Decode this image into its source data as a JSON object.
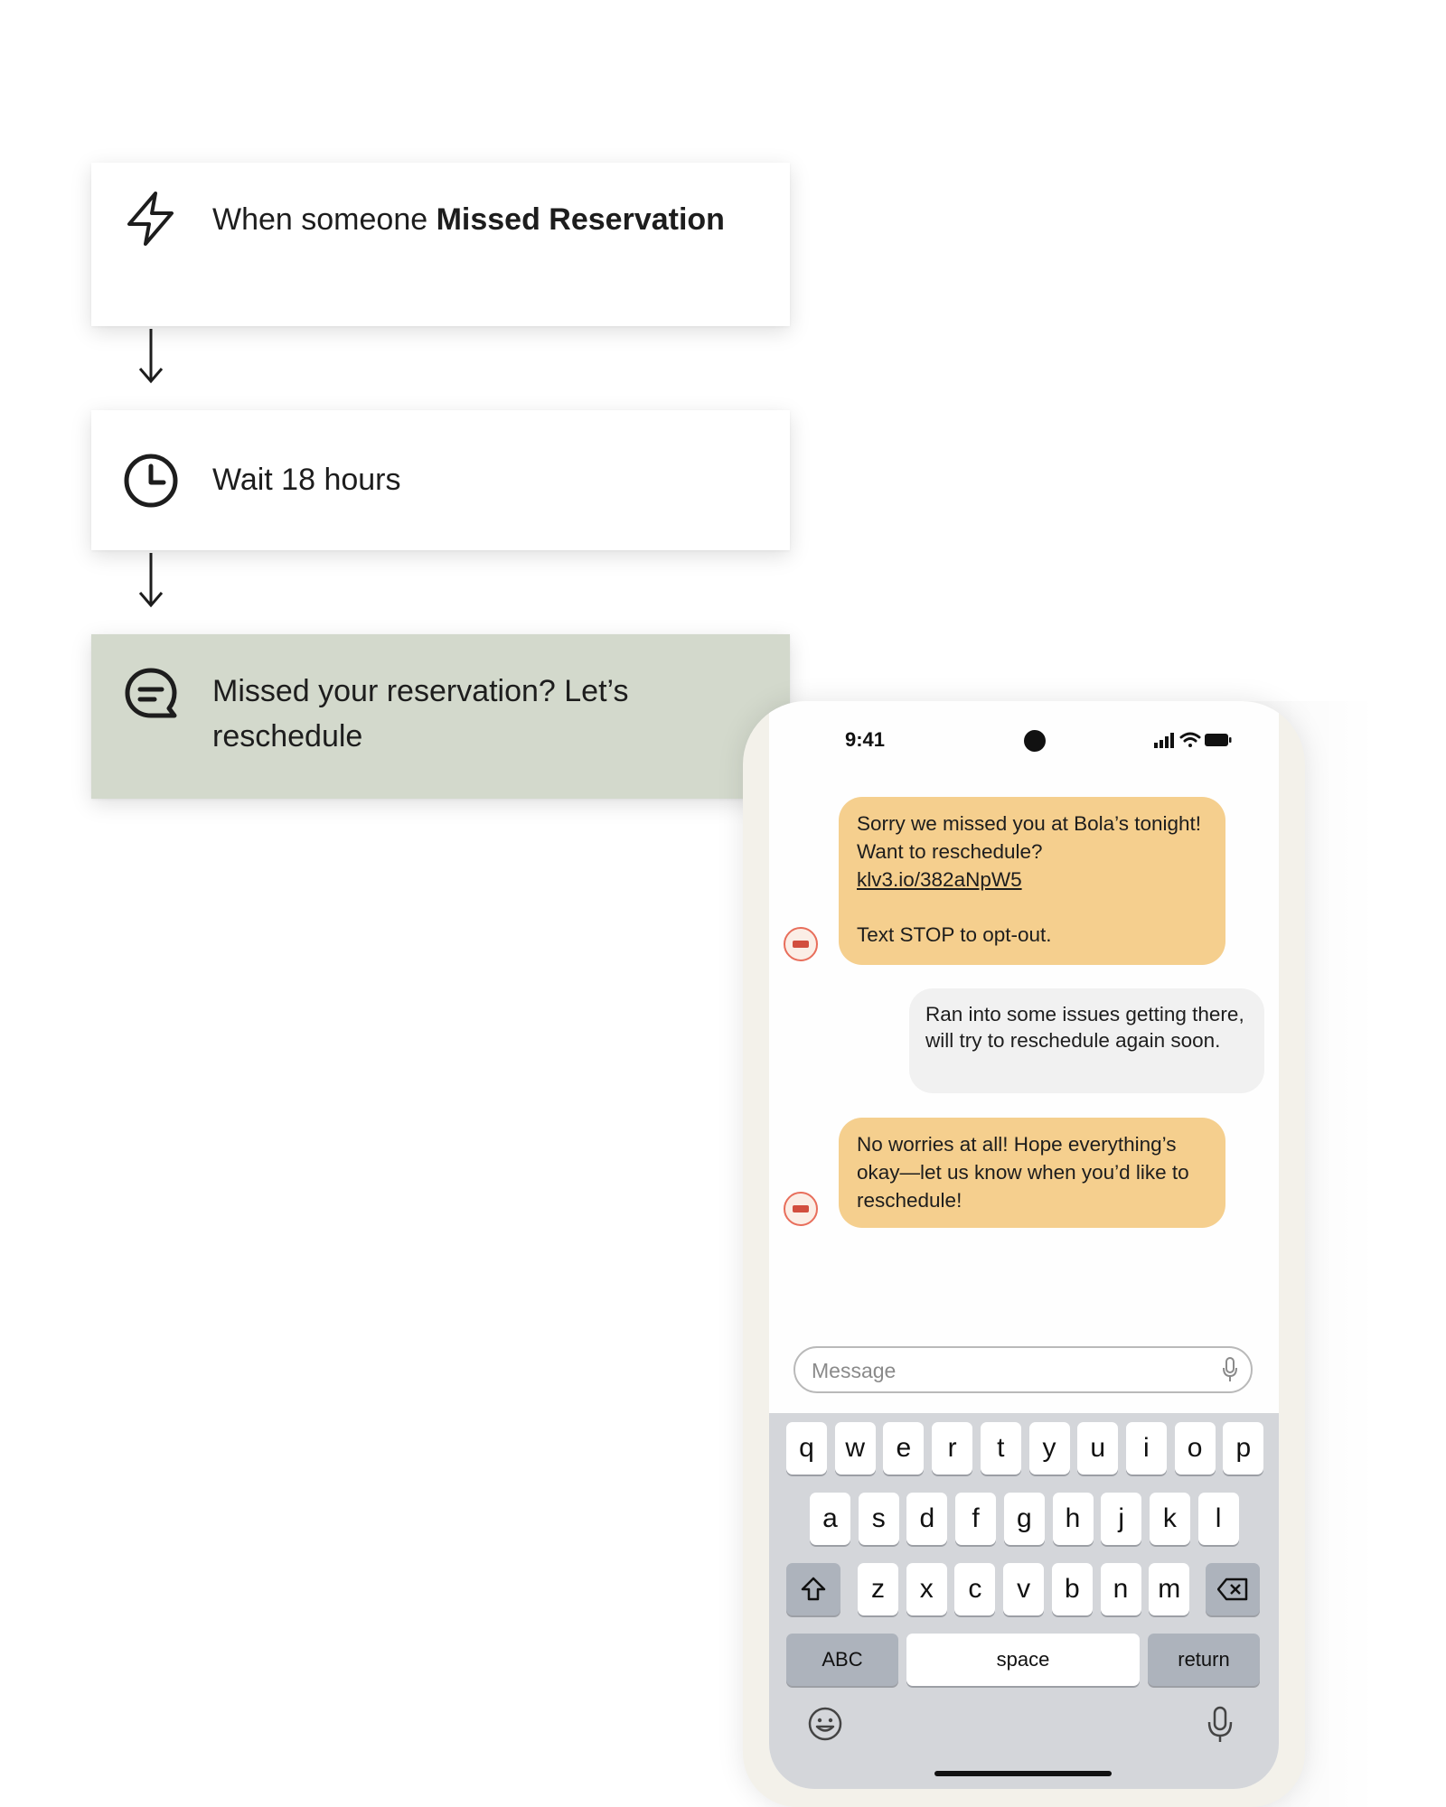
{
  "flow": {
    "trigger": {
      "prefix": "When someone ",
      "bold": "Missed Reservation",
      "icon": "lightning-bolt-icon"
    },
    "wait": {
      "label": "Wait 18 hours",
      "icon": "clock-icon"
    },
    "sms": {
      "label": "Missed your reservation? Let’s reschedule",
      "icon": "chat-bubble-icon"
    },
    "colors": {
      "sms_card_bg": "#d3d9cc",
      "card_bg": "#ffffff"
    }
  },
  "phone": {
    "status": {
      "time": "9:41"
    },
    "messages": [
      {
        "direction": "in",
        "text_1": "Sorry we missed you at Bola’s tonight! Want to reschedule?",
        "link": "klv3.io/382aNpW5",
        "text_2": "Text STOP to opt-out."
      },
      {
        "direction": "out",
        "text": "Ran into some issues getting there, will try to reschedule again soon."
      },
      {
        "direction": "in",
        "text": "No worries at all! Hope everything’s okay—let us know when you’d like to reschedule!"
      }
    ],
    "input": {
      "placeholder": "Message"
    },
    "keyboard": {
      "row1": [
        "q",
        "w",
        "e",
        "r",
        "t",
        "y",
        "u",
        "i",
        "o",
        "p"
      ],
      "row2": [
        "a",
        "s",
        "d",
        "f",
        "g",
        "h",
        "j",
        "k",
        "l"
      ],
      "row3": [
        "z",
        "x",
        "c",
        "v",
        "b",
        "n",
        "m"
      ],
      "abc": "ABC",
      "space": "space",
      "return": "return"
    },
    "colors": {
      "incoming_bubble": "#f5cf8e",
      "outgoing_bubble": "#f1f1f1",
      "keyboard_bg": "#d4d6da"
    }
  }
}
